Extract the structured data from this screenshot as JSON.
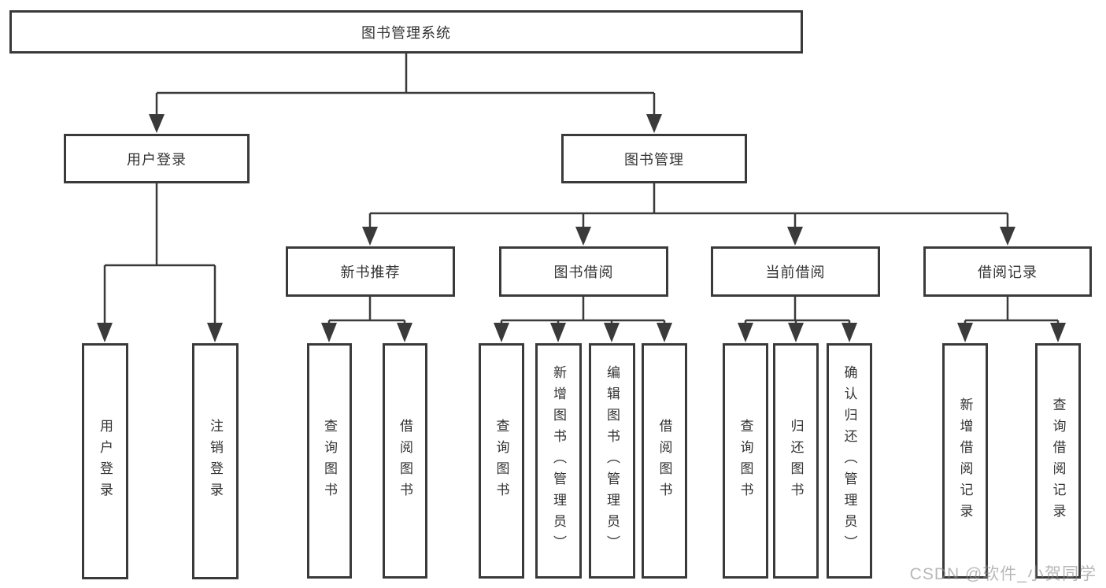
{
  "tree": {
    "root": "图书管理系统",
    "branches": [
      {
        "label": "用户登录",
        "children": [
          "用户登录",
          "注销登录"
        ]
      },
      {
        "label": "图书管理",
        "children": [
          {
            "label": "新书推荐",
            "children": [
              "查询图书",
              "借阅图书"
            ]
          },
          {
            "label": "图书借阅",
            "children": [
              "查询图书",
              "新增图书（管理员）",
              "编辑图书（管理员）",
              "借阅图书"
            ]
          },
          {
            "label": "当前借阅",
            "children": [
              "查询图书",
              "归还图书",
              "确认归还（管理员）"
            ]
          },
          {
            "label": "借阅记录",
            "children": [
              "新增借阅记录",
              "查询借阅记录"
            ]
          }
        ]
      }
    ]
  },
  "watermark": {
    "text": "CSDN @软件_小贺同学"
  },
  "colors": {
    "line": "#3a3a3a",
    "box_border": "#3a3a3a",
    "box_fill": "#ffffff",
    "text": "#333333",
    "watermark": "#8c8c8c"
  }
}
